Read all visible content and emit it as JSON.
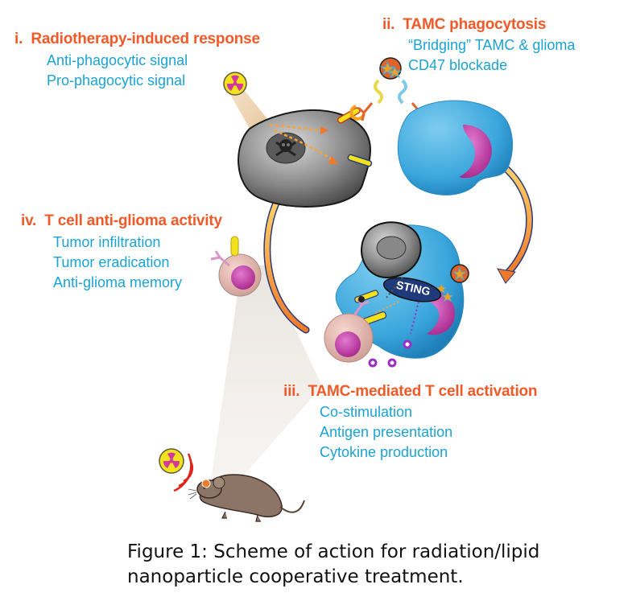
{
  "figure": {
    "caption_line1": "Figure 1: Scheme of action for radiation/lipid",
    "caption_line2": "nanoparticle cooperative treatment."
  },
  "colors": {
    "heading": "#ef5a28",
    "subtext": "#1aa3d4",
    "tamc_blue": "#3aa6dc",
    "nucleus_magenta": "#c43fa8",
    "tumor_gray": "#6b6b6b",
    "arrow_orange": "#f7a23a",
    "tcell_pink": "#e8b7ae",
    "radiation_yellow": "#f2e21c",
    "radiation_red": "#e2231a"
  },
  "steps": [
    {
      "numeral": "i.",
      "title": "Radiotherapy-induced response",
      "items": [
        "Anti-phagocytic signal",
        "Pro-phagocytic signal"
      ]
    },
    {
      "numeral": "ii.",
      "title": "TAMC phagocytosis",
      "items": [
        "“Bridging” TAMC & glioma",
        "CD47 blockade"
      ]
    },
    {
      "numeral": "iii.",
      "title": "TAMC-mediated T cell activation",
      "items": [
        "Co-stimulation",
        "Antigen presentation",
        "Cytokine production"
      ]
    },
    {
      "numeral": "iv.",
      "title": "T cell anti-glioma activity",
      "items": [
        "Tumor infiltration",
        "Tumor eradication",
        "Anti-glioma memory"
      ]
    }
  ],
  "labels": {
    "sting": "STING"
  },
  "icons": {
    "radiation": "radiation-trefoil-icon",
    "skull": "skull-crossbones-icon",
    "mouse": "mouse-icon"
  }
}
